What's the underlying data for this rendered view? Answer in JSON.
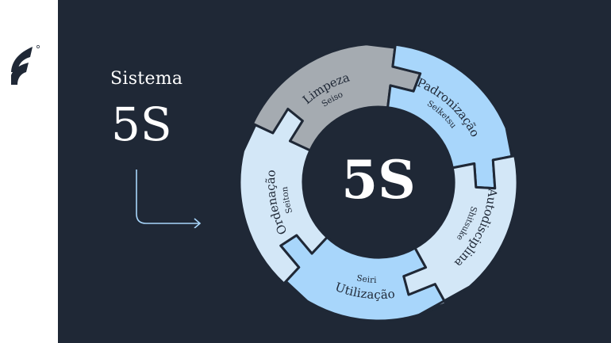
{
  "heading": {
    "line1": "Sistema",
    "line2": "5S"
  },
  "center_label": "5S",
  "segments": [
    {
      "title": "Utilização",
      "subtitle": "Seiri",
      "color": "#a8d6fb"
    },
    {
      "title": "Ordenação",
      "subtitle": "Seiton",
      "color": "#d3e7f7"
    },
    {
      "title": "Limpeza",
      "subtitle": "Seiso",
      "color": "#a5abb1"
    },
    {
      "title": "Padronização",
      "subtitle": "Seiketsu",
      "color": "#a8d6fb"
    },
    {
      "title": "Autodisciplina",
      "subtitle": "Shitsuke",
      "color": "#d3e7f7"
    }
  ],
  "colors": {
    "background": "#1f2836",
    "sidebar": "#ffffff",
    "arrow": "#a8d6fb",
    "text": "#ffffff"
  },
  "icons": {
    "logo": "brand-logo-icon",
    "arrow": "arrow-right-icon"
  }
}
